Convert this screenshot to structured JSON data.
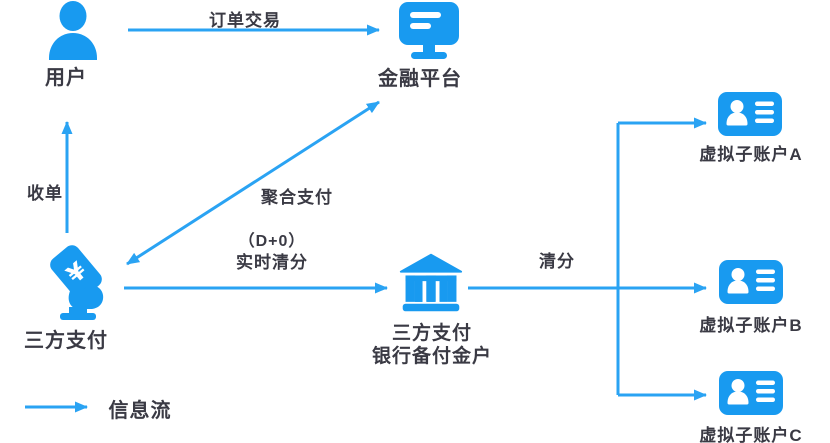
{
  "colors": {
    "icon_blue": "#189af0",
    "arrow_blue": "#2aa3f3",
    "text": "#3a3a44"
  },
  "nodes": {
    "user": {
      "label": "用户"
    },
    "platform": {
      "label": "金融平台"
    },
    "third_party_payment": {
      "label": "三方支付"
    },
    "bank_reserve_account": {
      "label_line1": "三方支付",
      "label_line2": "银行备付金户"
    },
    "virtual_sub_account_a": {
      "label": "虚拟子账户A"
    },
    "virtual_sub_account_b": {
      "label": "虚拟子账户B"
    },
    "virtual_sub_account_c": {
      "label": "虚拟子账户C"
    }
  },
  "edges": {
    "order_transaction": {
      "label": "订单交易"
    },
    "acquiring": {
      "label": "收单"
    },
    "aggregate_payment": {
      "label": "聚合支付"
    },
    "realtime_clearing": {
      "label_line1": "（D+0）",
      "label_line2": "实时清分"
    },
    "clearing": {
      "label": "清分"
    }
  },
  "legend": {
    "flow_label": "信息流"
  },
  "icons": {
    "user": "user-icon",
    "platform": "monitor-icon",
    "third_party_payment": "mobile-payment-icon",
    "bank_reserve_account": "bank-icon",
    "virtual_sub_accounts": "id-card-icon",
    "flow": "right-arrow-icon"
  }
}
